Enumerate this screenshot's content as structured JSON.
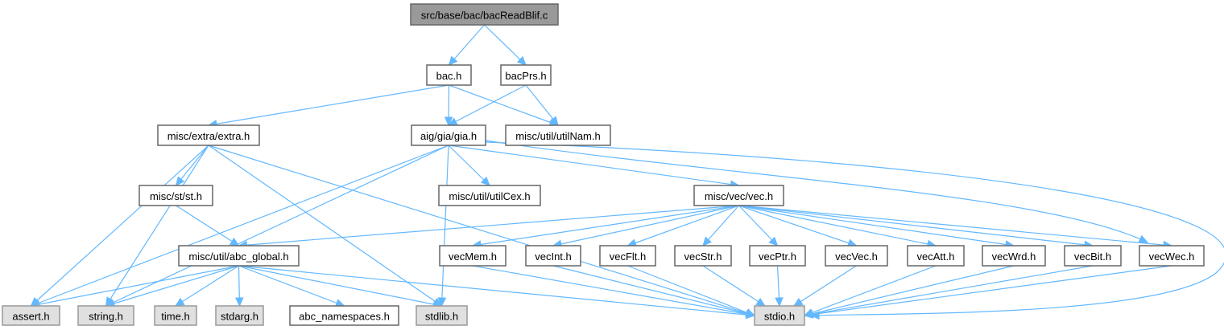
{
  "title": "src/base/bac/bacReadBlif.c",
  "colors": {
    "edge": "#63b8ff",
    "root_fill": "#999999",
    "system_fill": "#e0e0e0",
    "normal_fill": "#ffffff",
    "border": "#666666"
  },
  "nodes": [
    {
      "id": "root",
      "label": "src/base/bac/bacReadBlif.c",
      "kind": "root"
    },
    {
      "id": "bac",
      "label": "bac.h",
      "kind": "normal"
    },
    {
      "id": "bacPrs",
      "label": "bacPrs.h",
      "kind": "normal"
    },
    {
      "id": "extra",
      "label": "misc/extra/extra.h",
      "kind": "normal"
    },
    {
      "id": "gia",
      "label": "aig/gia/gia.h",
      "kind": "normal"
    },
    {
      "id": "utilNam",
      "label": "misc/util/utilNam.h",
      "kind": "normal"
    },
    {
      "id": "st",
      "label": "misc/st/st.h",
      "kind": "normal"
    },
    {
      "id": "utilCex",
      "label": "misc/util/utilCex.h",
      "kind": "normal"
    },
    {
      "id": "vec",
      "label": "misc/vec/vec.h",
      "kind": "normal"
    },
    {
      "id": "abc_global",
      "label": "misc/util/abc_global.h",
      "kind": "normal"
    },
    {
      "id": "vecMem",
      "label": "vecMem.h",
      "kind": "normal"
    },
    {
      "id": "vecInt",
      "label": "vecInt.h",
      "kind": "normal"
    },
    {
      "id": "vecFlt",
      "label": "vecFlt.h",
      "kind": "normal"
    },
    {
      "id": "vecStr",
      "label": "vecStr.h",
      "kind": "normal"
    },
    {
      "id": "vecPtr",
      "label": "vecPtr.h",
      "kind": "normal"
    },
    {
      "id": "vecVec",
      "label": "vecVec.h",
      "kind": "normal"
    },
    {
      "id": "vecAtt",
      "label": "vecAtt.h",
      "kind": "normal"
    },
    {
      "id": "vecWrd",
      "label": "vecWrd.h",
      "kind": "normal"
    },
    {
      "id": "vecBit",
      "label": "vecBit.h",
      "kind": "normal"
    },
    {
      "id": "vecWec",
      "label": "vecWec.h",
      "kind": "normal"
    },
    {
      "id": "assert",
      "label": "assert.h",
      "kind": "system"
    },
    {
      "id": "string",
      "label": "string.h",
      "kind": "system"
    },
    {
      "id": "time",
      "label": "time.h",
      "kind": "system"
    },
    {
      "id": "stdarg",
      "label": "stdarg.h",
      "kind": "system"
    },
    {
      "id": "abc_namespaces",
      "label": "abc_namespaces.h",
      "kind": "normal"
    },
    {
      "id": "stdlib",
      "label": "stdlib.h",
      "kind": "system"
    },
    {
      "id": "stdio",
      "label": "stdio.h",
      "kind": "system"
    }
  ],
  "edges": [
    [
      "root",
      "bac"
    ],
    [
      "root",
      "bacPrs"
    ],
    [
      "bac",
      "extra"
    ],
    [
      "bac",
      "gia"
    ],
    [
      "bac",
      "utilNam"
    ],
    [
      "bacPrs",
      "gia"
    ],
    [
      "bacPrs",
      "utilNam"
    ],
    [
      "extra",
      "st"
    ],
    [
      "extra",
      "assert"
    ],
    [
      "extra",
      "string"
    ],
    [
      "extra",
      "stdlib"
    ],
    [
      "extra",
      "stdio"
    ],
    [
      "st",
      "abc_global"
    ],
    [
      "gia",
      "assert"
    ],
    [
      "gia",
      "string"
    ],
    [
      "gia",
      "stdlib"
    ],
    [
      "gia",
      "utilCex"
    ],
    [
      "gia",
      "vec"
    ],
    [
      "gia",
      "stdio"
    ],
    [
      "gia",
      "vecWec"
    ],
    [
      "vec",
      "abc_global"
    ],
    [
      "vec",
      "vecMem"
    ],
    [
      "vec",
      "vecInt"
    ],
    [
      "vec",
      "vecFlt"
    ],
    [
      "vec",
      "vecStr"
    ],
    [
      "vec",
      "vecPtr"
    ],
    [
      "vec",
      "vecVec"
    ],
    [
      "vec",
      "vecAtt"
    ],
    [
      "vec",
      "vecWrd"
    ],
    [
      "vec",
      "vecBit"
    ],
    [
      "vec",
      "vecWec"
    ],
    [
      "abc_global",
      "assert"
    ],
    [
      "abc_global",
      "string"
    ],
    [
      "abc_global",
      "time"
    ],
    [
      "abc_global",
      "stdarg"
    ],
    [
      "abc_global",
      "abc_namespaces"
    ],
    [
      "abc_global",
      "stdlib"
    ],
    [
      "abc_global",
      "stdio"
    ],
    [
      "vecMem",
      "stdio"
    ],
    [
      "vecInt",
      "stdio"
    ],
    [
      "vecFlt",
      "stdio"
    ],
    [
      "vecStr",
      "stdio"
    ],
    [
      "vecPtr",
      "stdio"
    ],
    [
      "vecVec",
      "stdio"
    ],
    [
      "vecAtt",
      "stdio"
    ],
    [
      "vecWrd",
      "stdio"
    ],
    [
      "vecBit",
      "stdio"
    ],
    [
      "vecWec",
      "stdio"
    ]
  ]
}
